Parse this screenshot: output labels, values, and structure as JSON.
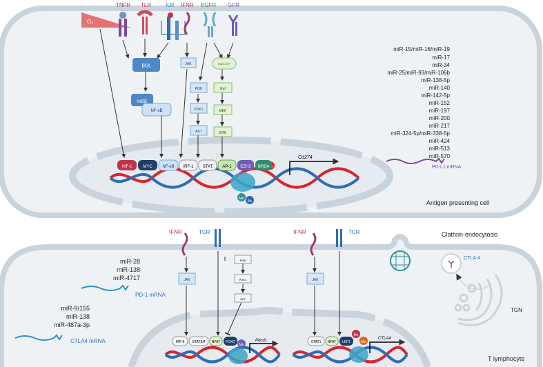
{
  "receptors": {
    "o2": "O₂",
    "tnfr": "TNFR",
    "tlr": "TLR",
    "ilr": "ILR",
    "ifnr": "IFNR",
    "egfr": "EGFR",
    "gfr": "GFR"
  },
  "apc_pathway": {
    "ikk": "IKK",
    "ikbb": "IκBβ",
    "nfkb": "NF-κB",
    "jak": "JAK",
    "pi3k": "PI3K",
    "pdk1": "PDK1",
    "akt": "AKT",
    "rasgtp": "RAS-GTP",
    "raf": "Raf",
    "mek": "MEK",
    "erk": "ERK"
  },
  "apc_tfs": [
    "HIF-1",
    "MYC",
    "NF-κB",
    "IRF-1",
    "STAT",
    "AP-1",
    "EZH2",
    "BRD4"
  ],
  "apc_marks": {
    "me": "Me",
    "ac": "Ac",
    "gene": "Cd274"
  },
  "apc_mirnas": [
    "miR-15/miR-16/miR-19",
    "miR-17",
    "miR-34",
    "miR-25/miR-93/miR-106b",
    "miR-138-5p",
    "miR-140",
    "miR-142-5p",
    "miR-152",
    "miR-197",
    "miR-200",
    "miR-217",
    "miR-324-5p/miR-338-5p",
    "miR-424",
    "miR-513",
    "miR-570"
  ],
  "apc_mrna": "PD-L1 mRNA",
  "apc_label": "Antigen presenting cell",
  "tcell": {
    "ifnr1": "IFNR",
    "tcr1": "TCR",
    "ifnr2": "IFNR",
    "tcr2": "TCR",
    "jak1": "JAK",
    "jak2": "JAK",
    "pi3k": "PI3K",
    "pdk1": "PDK1",
    "akt": "AKT",
    "clathrin": "Clathrin-endocytosis",
    "ctla4": "CTLA-4",
    "tgn": "TGN",
    "label": "T lymphocyte",
    "pd1_mirnas": [
      "miR-28",
      "miR-138",
      "miR-4717"
    ],
    "pd1_mrna": "PD-1 mRNA",
    "ctla4_mirnas": [
      "miR-9/155",
      "miR-138",
      "miR-487a-3p"
    ],
    "ctla4_mrna": "CTLA4 mRNA",
    "tfs1": [
      "IRF-9",
      "STAT3/4",
      "NFAT",
      "FOXO"
    ],
    "gene1": "Pdcd1",
    "tfs2": [
      "STAT1",
      "NFAT",
      "LEF1"
    ],
    "gene2": "CTLA4",
    "me": "Me"
  },
  "colors": {
    "membrane": "#c9d3dc",
    "cytoplasm": "#eef2f5",
    "nucleus": "#dde3e9",
    "dna_red": "#d7262e",
    "dna_blue": "#2f6db5",
    "histone": "#3ba6c8",
    "purple": "#7b4a9e",
    "ikk": "#4f86c6",
    "pi3k": "#d7e6f4",
    "raf": "#e4f1d6"
  }
}
